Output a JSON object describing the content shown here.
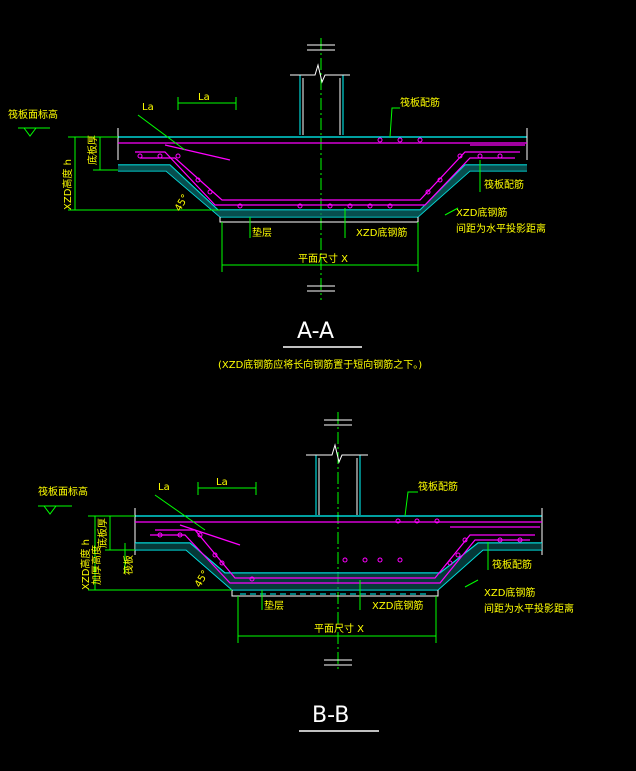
{
  "section_a": {
    "title": "A-A",
    "note": "(XZD底钢筋应将长向钢筋置于短向钢筋之下。)",
    "labels": {
      "raft_top_elev": "筏板面标高",
      "la_small": "La",
      "la_big": "La",
      "raft_rebar": "筏板配筋",
      "raft_rebar_right": "筏板配筋",
      "xzd_height": "XZD高度 h",
      "raft_thick": "底板厚",
      "xzd_bottom_bar": "XZD底钢筋",
      "xzd_bottom_bar_right": "XZD底钢筋",
      "spacing_note": "间距为水平投影距离",
      "cushion": "垫层",
      "plan_size": "平面尺寸 X",
      "angle": "45°"
    }
  },
  "section_b": {
    "title": "B-B",
    "labels": {
      "raft_top_elev": "筏板面标高",
      "la_small": "La",
      "la_big": "La",
      "raft_rebar": "筏板配筋",
      "raft_rebar_right": "筏板配筋",
      "xzd_height": "XZD高度 h",
      "raft_thick": "底板厚",
      "xzd_thick": "加厚高度",
      "raft_bottom": "筏板",
      "xzd_bottom_bar": "XZD底钢筋",
      "xzd_bottom_bar_right": "XZD底钢筋",
      "spacing_note": "间距为水平投影距离",
      "cushion": "垫层",
      "plan_size": "平面尺寸 X",
      "angle": "45°"
    }
  },
  "colors": {
    "background": "#000000",
    "outline": "#00ffff",
    "rebar": "#ff00ff",
    "annotation": "#00ff00",
    "text": "#ffff00",
    "title": "#ffffff",
    "axis": "#00ff00",
    "red": "#ff0000"
  }
}
